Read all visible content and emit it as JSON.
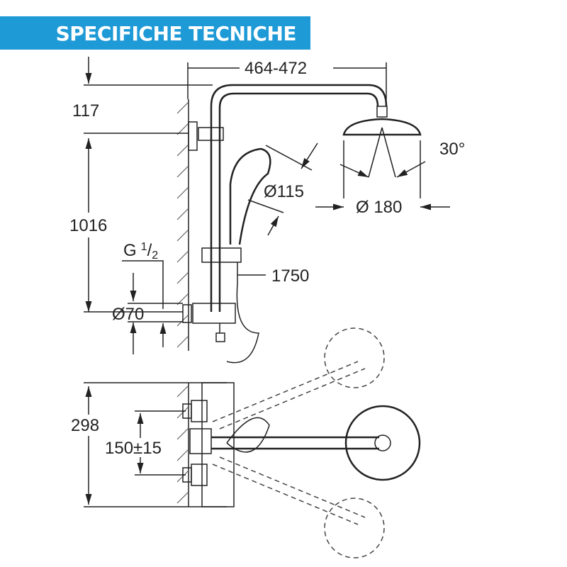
{
  "header": {
    "title": "SPECIFICHE TECNICHE"
  },
  "colors": {
    "banner": "#1e9ad6",
    "line": "#222222"
  },
  "dimensions": {
    "arm_length": "464-472",
    "top_offset": "117",
    "height": "1016",
    "thread": "G",
    "thread_num": "1",
    "thread_den": "2",
    "escutcheon": "Ø70",
    "hand_shower": "Ø115",
    "head_shower": "Ø 180",
    "angle": "30°",
    "hose": "1750",
    "mixer_height": "298",
    "centres": "150±15"
  }
}
